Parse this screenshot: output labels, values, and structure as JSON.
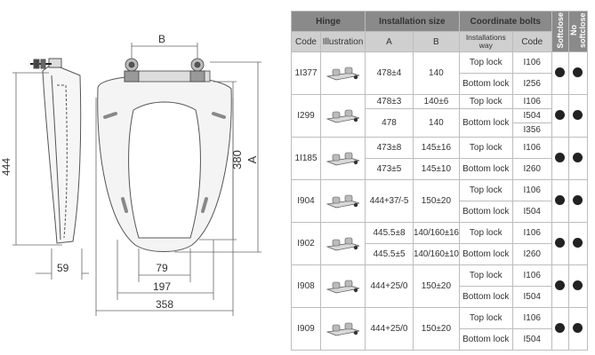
{
  "drawing": {
    "dim_b": "B",
    "dim_a": "A",
    "dim_444": "444",
    "dim_380": "380",
    "dim_59": "59",
    "dim_79": "79",
    "dim_197": "197",
    "dim_358": "358"
  },
  "table": {
    "headers": {
      "hinge": "Hinge",
      "installation_size": "Installation size",
      "coordinate_bolts": "Coordinate bolts",
      "softclose": "Softclose",
      "no_softclose": "No softclose"
    },
    "subheaders": {
      "code": "Code",
      "illustration": "Illustration",
      "a": "A",
      "b": "B",
      "installation_way_1": "Installations",
      "installation_way_2": "way",
      "bolt_code": "Code"
    },
    "rows": [
      {
        "code": "1I377",
        "lines": [
          {
            "a": "478±4",
            "b": "140"
          }
        ],
        "bolts": [
          {
            "way": "Top lock",
            "codes": [
              "I106"
            ]
          },
          {
            "way": "Bottom lock",
            "codes": [
              "I256"
            ]
          }
        ]
      },
      {
        "code": "I299",
        "lines": [
          {
            "a": "478±3",
            "b": "140±6"
          },
          {
            "a": "478",
            "b": "140"
          }
        ],
        "bolts": [
          {
            "way": "Top lock",
            "codes": [
              "I106"
            ]
          },
          {
            "way": "Bottom lock",
            "codes": [
              "I504",
              "I356"
            ]
          }
        ]
      },
      {
        "code": "1I185",
        "lines": [
          {
            "a": "473±8",
            "b": "145±16"
          },
          {
            "a": "473±5",
            "b": "145±10"
          }
        ],
        "bolts": [
          {
            "way": "Top lock",
            "codes": [
              "I106"
            ]
          },
          {
            "way": "Bottom lock",
            "codes": [
              "I260"
            ]
          }
        ]
      },
      {
        "code": "I904",
        "lines": [
          {
            "a": "444+37/-5",
            "b": "150±20"
          }
        ],
        "bolts": [
          {
            "way": "Top lock",
            "codes": [
              "I106"
            ]
          },
          {
            "way": "Bottom lock",
            "codes": [
              "I504"
            ]
          }
        ]
      },
      {
        "code": "I902",
        "lines": [
          {
            "a": "445.5±8",
            "b": "140/160±16"
          },
          {
            "a": "445.5±5",
            "b": "140/160±10"
          }
        ],
        "bolts": [
          {
            "way": "Top lock",
            "codes": [
              "I106"
            ]
          },
          {
            "way": "Bottom lock",
            "codes": [
              "I260"
            ]
          }
        ]
      },
      {
        "code": "I908",
        "lines": [
          {
            "a": "444+25/0",
            "b": "150±20"
          }
        ],
        "bolts": [
          {
            "way": "Top lock",
            "codes": [
              "I106"
            ]
          },
          {
            "way": "Bottom lock",
            "codes": [
              "I504"
            ]
          }
        ]
      },
      {
        "code": "I909",
        "lines": [
          {
            "a": "444+25/0",
            "b": "150±20"
          }
        ],
        "bolts": [
          {
            "way": "Top lock",
            "codes": [
              "I106"
            ]
          },
          {
            "way": "Bottom lock",
            "codes": [
              "I504"
            ]
          }
        ]
      }
    ]
  }
}
